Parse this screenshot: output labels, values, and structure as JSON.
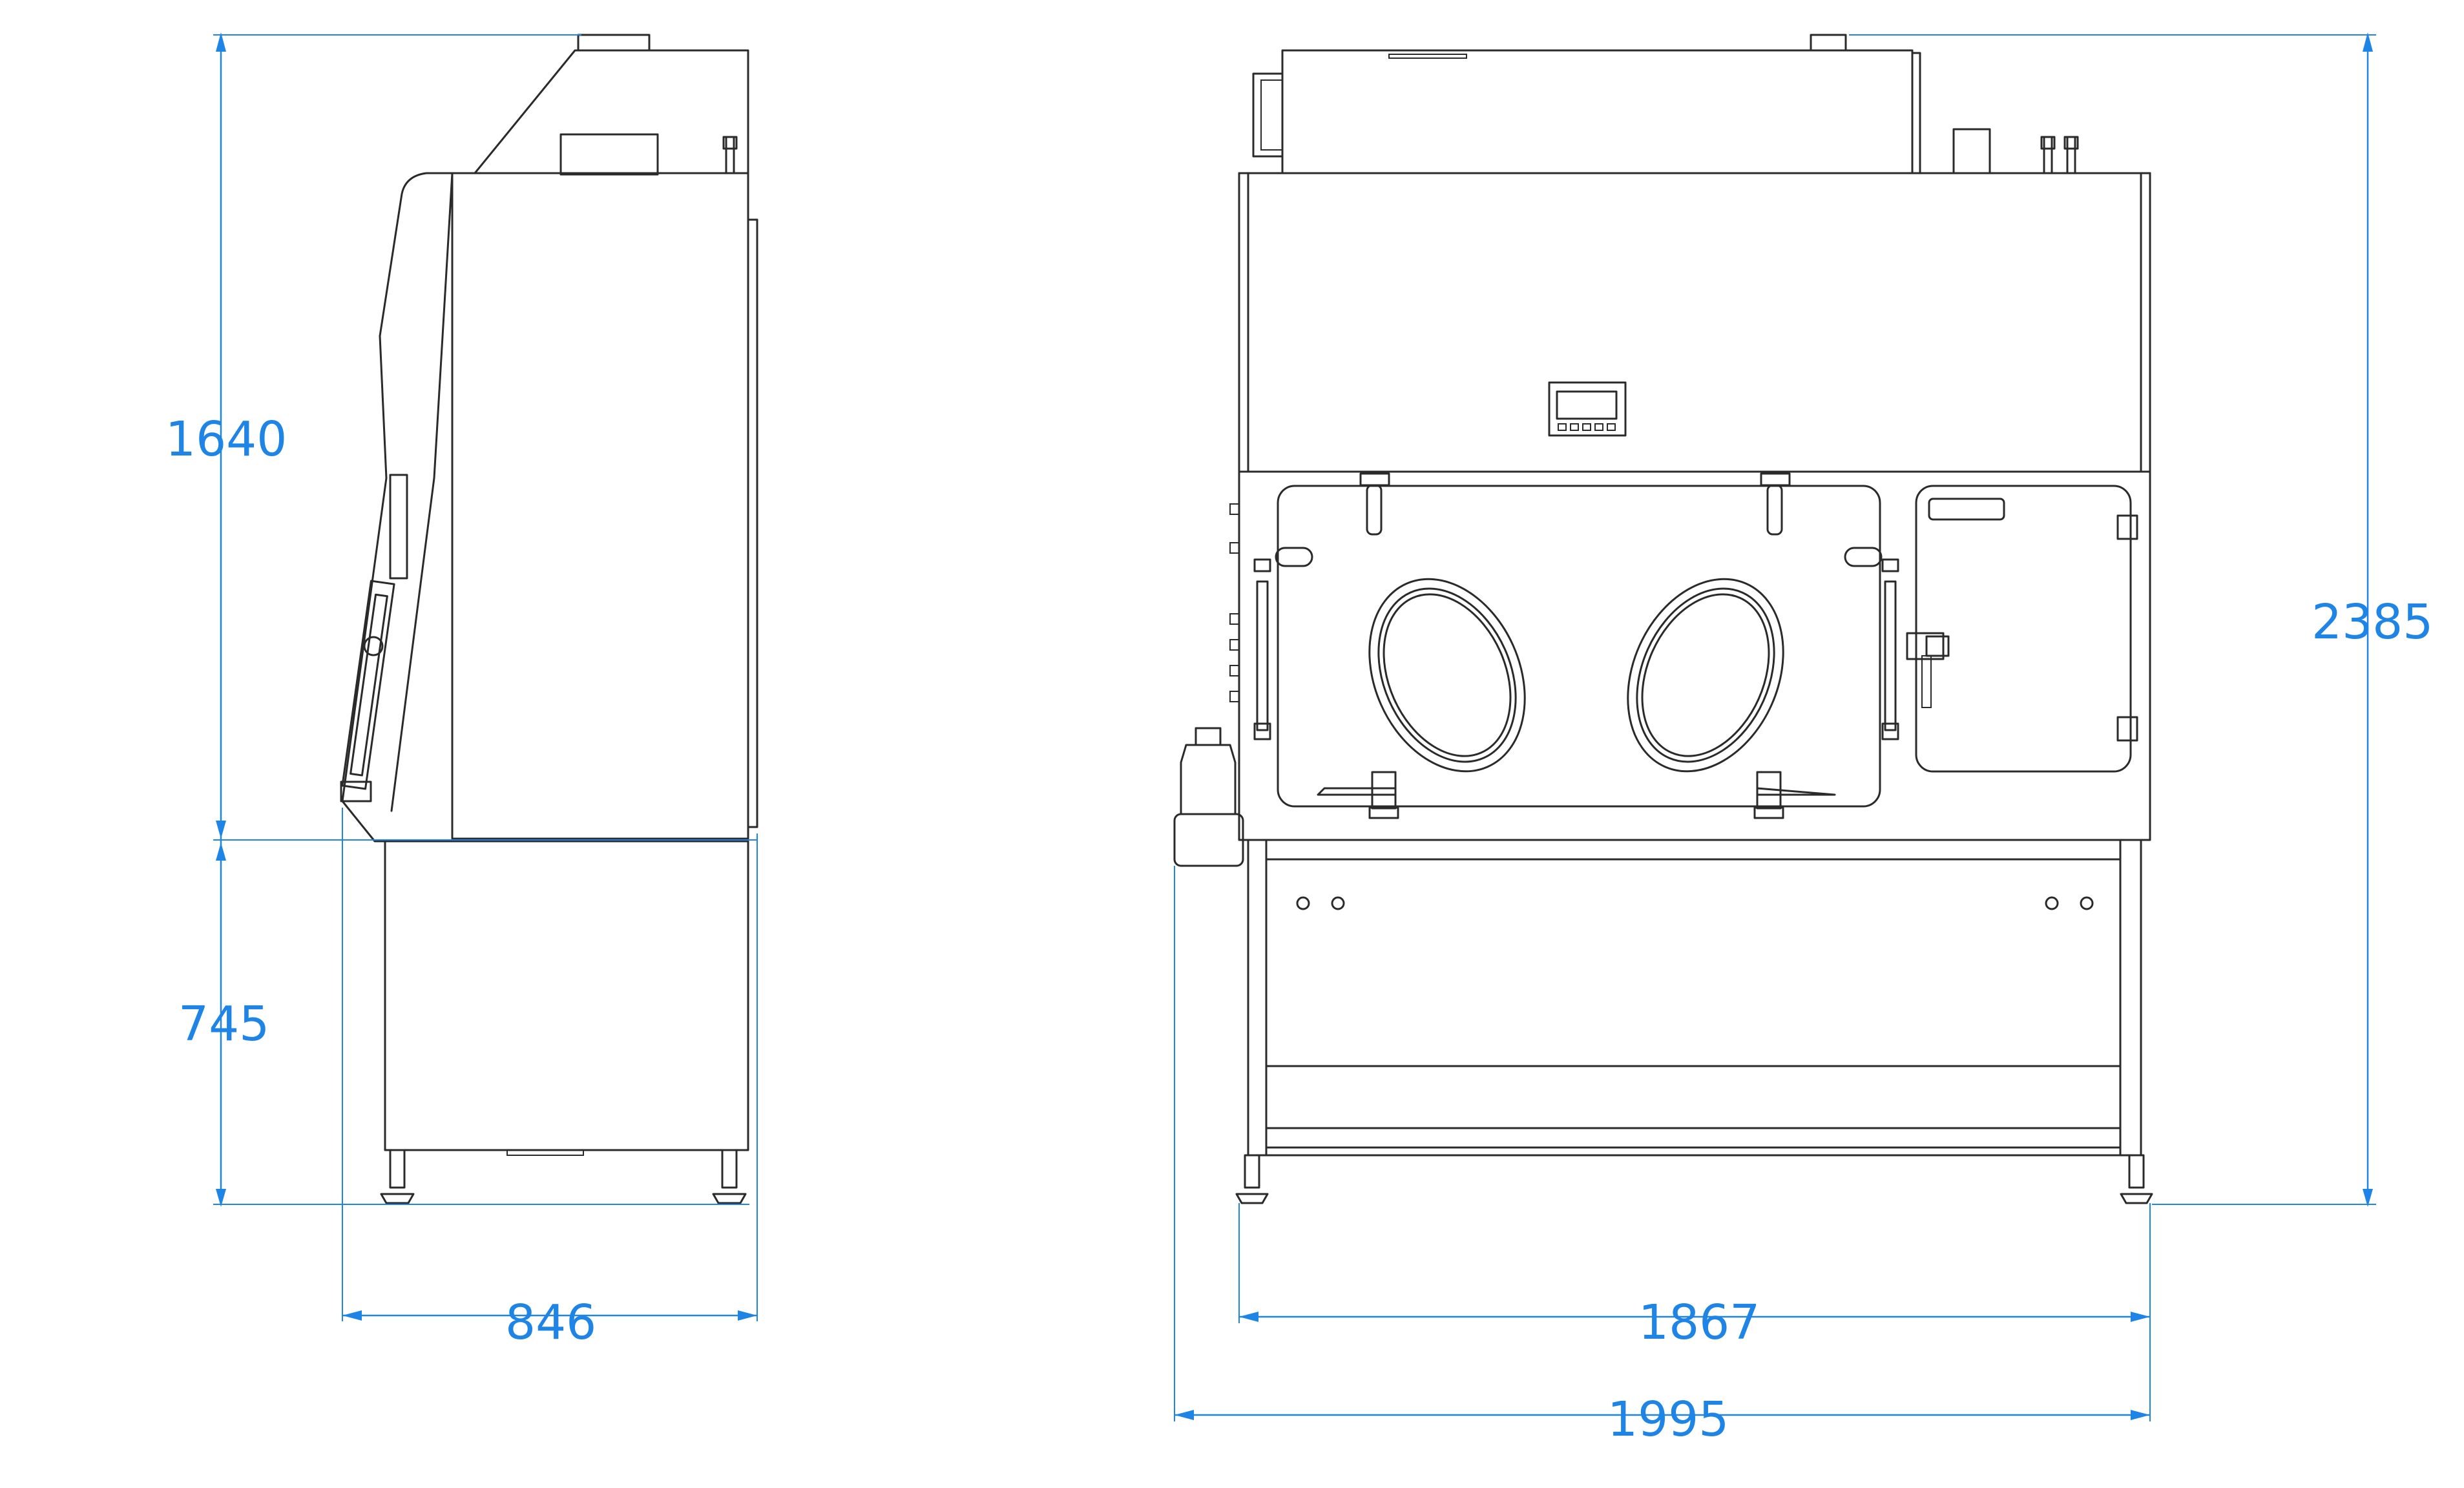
{
  "dimensions": {
    "side_upper_height": "1640",
    "side_lower_height": "745",
    "side_depth": "846",
    "front_total_height": "2385",
    "front_body_width": "1867",
    "front_total_width": "1995"
  },
  "colors": {
    "dimension": "#1e84e6",
    "linework": "#2a2a2a",
    "background": "#ffffff"
  }
}
